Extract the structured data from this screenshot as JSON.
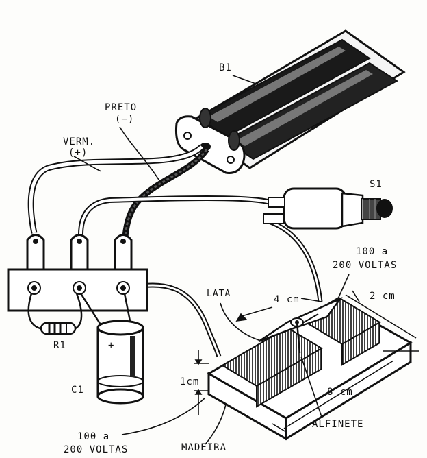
{
  "labels": {
    "b1": "B1",
    "preto": "PRETO",
    "preto_sign": "(−)",
    "verm": "VERM.",
    "verm_sign": "(+)",
    "s1": "S1",
    "r1": "R1",
    "c1": "C1",
    "lata": "LATA",
    "dim_4cm": "4 cm",
    "dim_2cm": "2 cm",
    "dim_1cm": "1cm",
    "dim_8cm": "8 cm",
    "coil_top_line1": "100 a",
    "coil_top_line2": "200 VOLTAS",
    "coil_bottom_line1": "100 a",
    "coil_bottom_line2": "200 VOLTAS",
    "alfinete": "ALFINETE",
    "madeira": "MADEIRA"
  },
  "colors": {
    "ink": "#111111",
    "paper": "#fdfdfb"
  }
}
